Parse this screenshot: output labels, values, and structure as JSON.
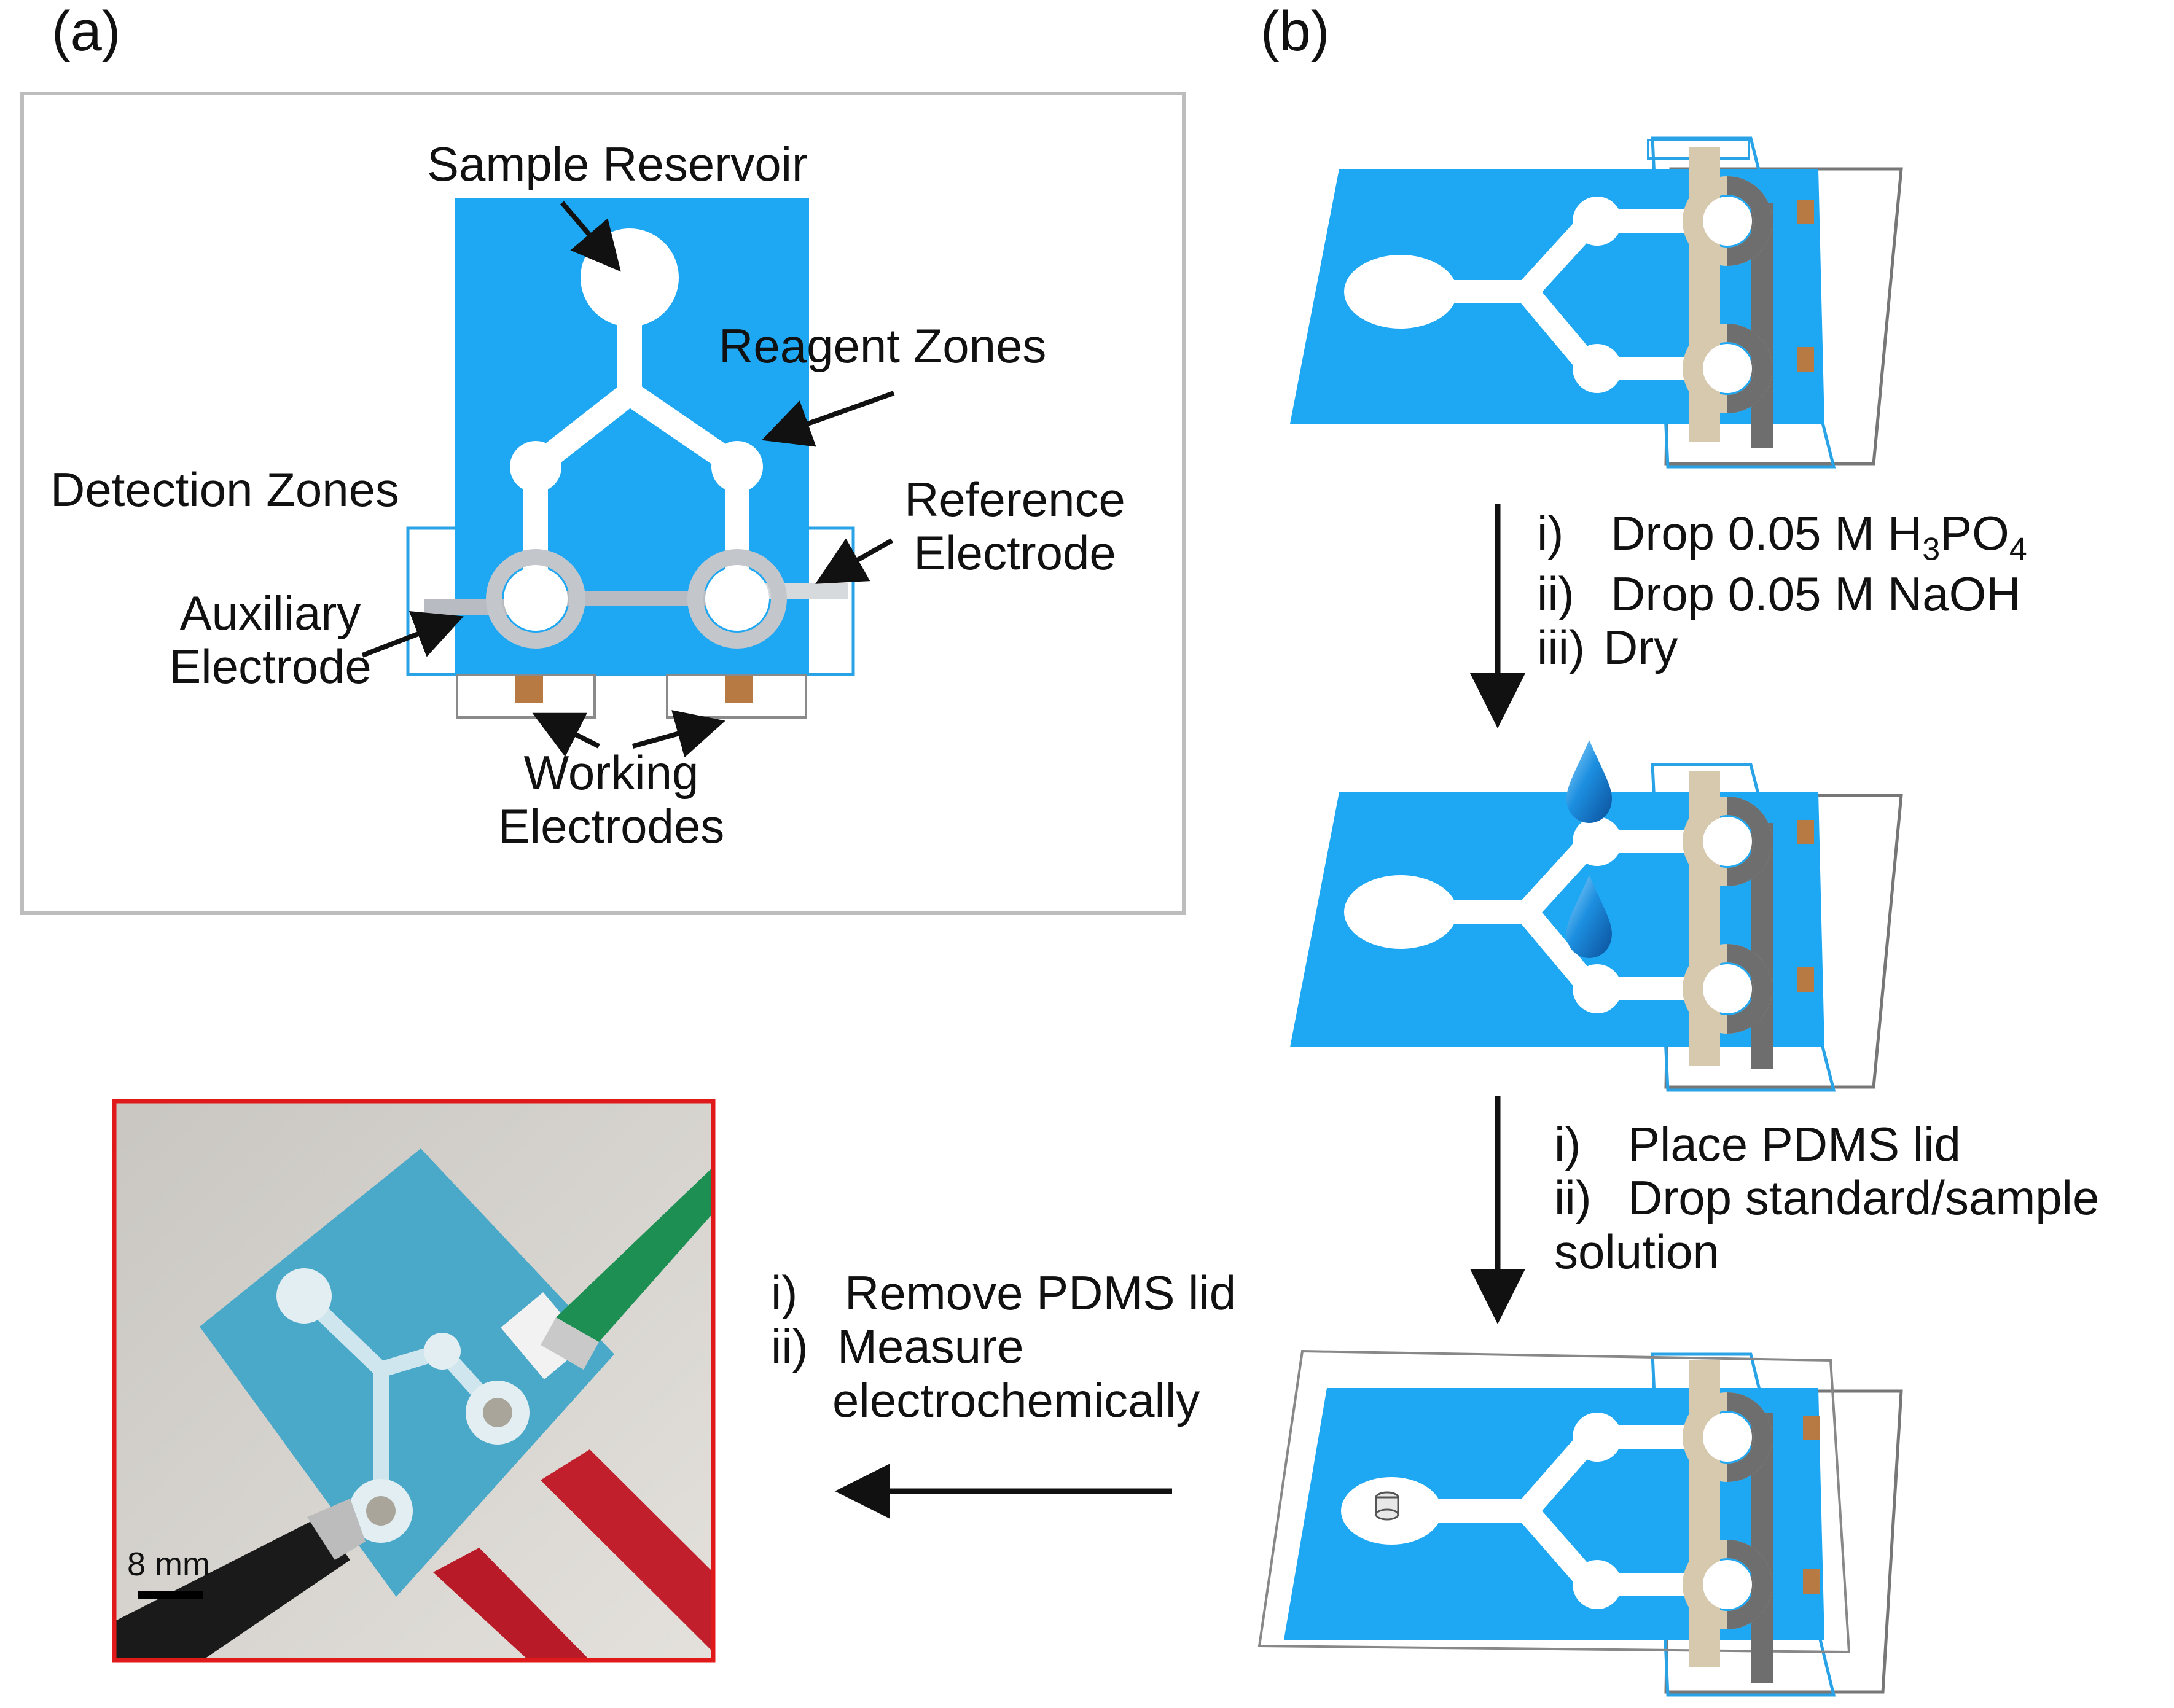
{
  "panels": {
    "a": {
      "letter": "(a)",
      "labels": {
        "sample_reservoir": "Sample Reservoir",
        "reagent_zones": "Reagent Zones",
        "detection_zones": "Detection Zones",
        "reference_electrode_line1": "Reference",
        "reference_electrode_line2": "Electrode",
        "auxiliary_electrode_line1": "Auxiliary",
        "auxiliary_electrode_line2": "Electrode",
        "working_electrodes_line1": "Working",
        "working_electrodes_line2": "Electrodes"
      }
    },
    "b": {
      "letter": "(b)",
      "step1": {
        "items": [
          {
            "num": "i)",
            "text": "Drop 0.05 M H",
            "sub1": "3",
            "mid": "PO",
            "sub2": "4"
          },
          {
            "num": "ii)",
            "text": "Drop 0.05 M NaOH"
          },
          {
            "num": "iii)",
            "text": "Dry"
          }
        ]
      },
      "step2": {
        "items": [
          {
            "num": "i)",
            "text": "Place PDMS lid"
          },
          {
            "num": "ii)",
            "text": "Drop standard/sample"
          },
          {
            "num": "",
            "text": "solution"
          }
        ]
      },
      "step3": {
        "items": [
          {
            "num": "i)",
            "text": "Remove PDMS lid"
          },
          {
            "num": "ii)",
            "text": "Measure"
          },
          {
            "num": "",
            "text": "electrochemically"
          }
        ]
      },
      "photo": {
        "scale_label": "8 mm"
      }
    }
  },
  "colors": {
    "paper_blue": "#1ea7f2",
    "channel_white": "#ffffff",
    "electrode_grey": "#b8bcc2",
    "electrode_dark": "#6e6e6e",
    "electrode_beige": "#d6c9ad",
    "contact_brown": "#b87a43",
    "frame_grey": "#bdbdbd",
    "photo_border": "#e01a1a",
    "arrow_black": "#111111"
  }
}
